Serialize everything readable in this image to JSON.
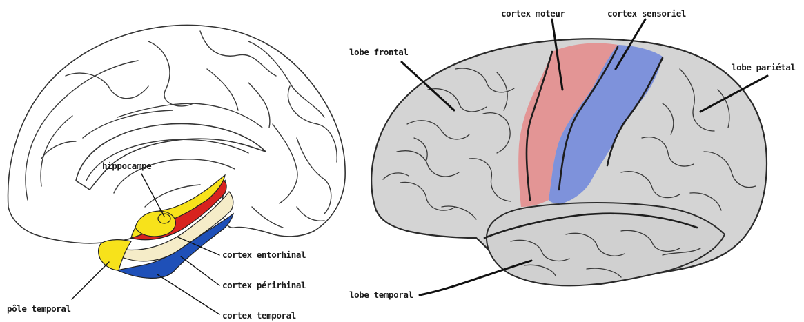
{
  "left_diagram": {
    "labels": {
      "hippocampe": "hippocampe",
      "cortex_entorhinal": "cortex entorhinal",
      "cortex_perirhinal": "cortex périrhinal",
      "cortex_temporal": "cortex temporal",
      "pole_temporal": "pôle temporal"
    },
    "colors": {
      "pole_temporal": "#f7e21b",
      "hippocampe": "#f7e21b",
      "cortex_entorhinal": "#d8231f",
      "cortex_perirhinal": "#f5ecc8",
      "cortex_temporal": "#1f50b8"
    }
  },
  "right_diagram": {
    "labels": {
      "cortex_moteur": "cortex moteur",
      "cortex_sensoriel": "cortex sensoriel",
      "lobe_frontal": "lobe frontal",
      "lobe_parietal": "lobe pariétal",
      "lobe_temporal": "lobe temporal"
    },
    "colors": {
      "cortex_moteur": "#e58a8a",
      "cortex_sensoriel": "#6f86dc",
      "brain_tissue": "#d8d8d8"
    }
  }
}
